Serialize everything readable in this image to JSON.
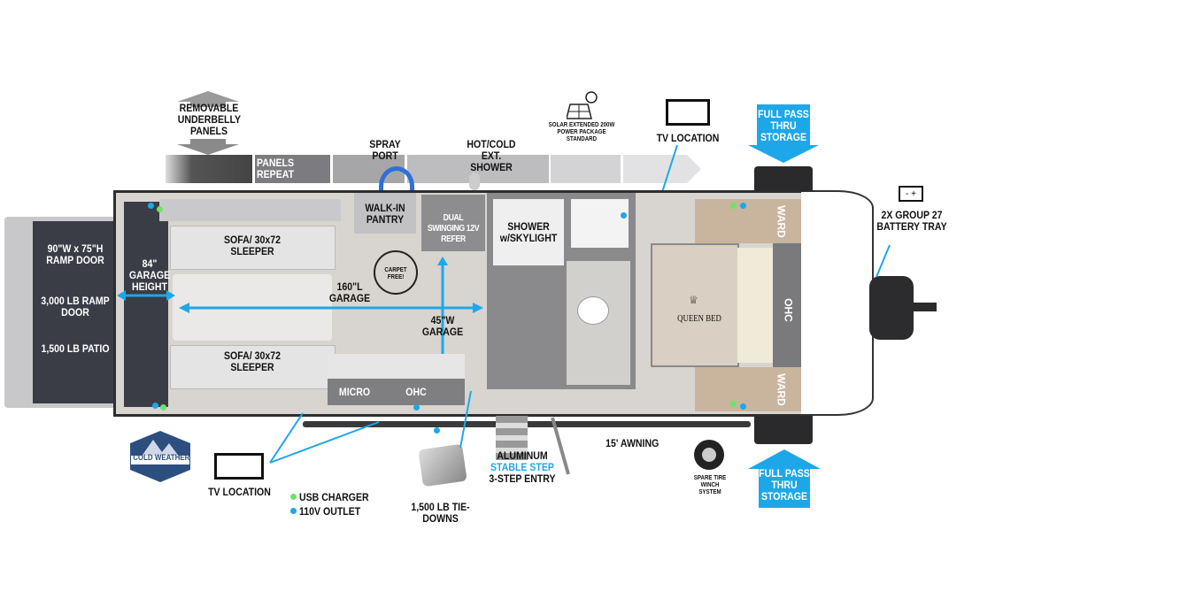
{
  "underbelly": {
    "title": "REMOVABLE UNDERBELLY PANELS",
    "panels_label": "PANELS REPEAT"
  },
  "callouts": {
    "spray_port": "SPRAY PORT",
    "ext_shower": "HOT/COLD EXT. SHOWER",
    "solar": "SOLAR EXTENDED 200W POWER PACKAGE STANDARD",
    "tv_top": "TV LOCATION",
    "tv_bottom": "TV LOCATION",
    "storage_top": "FULL PASS THRU STORAGE",
    "storage_bottom": "FULL PASS THRU STORAGE",
    "battery": "2X GROUP 27 BATTERY TRAY",
    "awning": "15' AWNING",
    "spare_tire": "SPARE TIRE WINCH SYSTEM",
    "tie_downs": "1,500 LB TIE-DOWNS",
    "step_line1": "ALUMINUM",
    "step_line2": "STABLE STEP",
    "step_line3": "3-STEP ENTRY",
    "cold_weather": "COLD WEATHER"
  },
  "ramp": {
    "size": "90\"W x 75\"H RAMP DOOR",
    "capacity": "3,000 LB RAMP DOOR",
    "patio": "1,500 LB PATIO"
  },
  "rooms": {
    "garage_height": "84\" GARAGE HEIGHT",
    "sofa_top": "SOFA/ 30x72 SLEEPER",
    "sofa_bottom": "SOFA/ 30x72 SLEEPER",
    "garage_length": "160\"L GARAGE",
    "garage_width": "45\"W GARAGE",
    "pantry": "WALK-IN PANTRY",
    "refer": "DUAL SWINGING 12V REFER",
    "carpet_free": "CARPET FREE!",
    "shower": "SHOWER w/SKYLIGHT",
    "micro": "MICRO",
    "ohc_kitchen": "OHC",
    "bed": "QUEEN BED",
    "ohc_bed": "OHC",
    "ward_top": "WARD",
    "ward_bottom": "WARD"
  },
  "legend": {
    "usb": "USB CHARGER",
    "outlet": "110V OUTLET",
    "usb_color": "#6ee36a",
    "outlet_color": "#1ea7e8"
  },
  "colors": {
    "accent": "#1ea7e8",
    "dark": "#3a3d45"
  }
}
